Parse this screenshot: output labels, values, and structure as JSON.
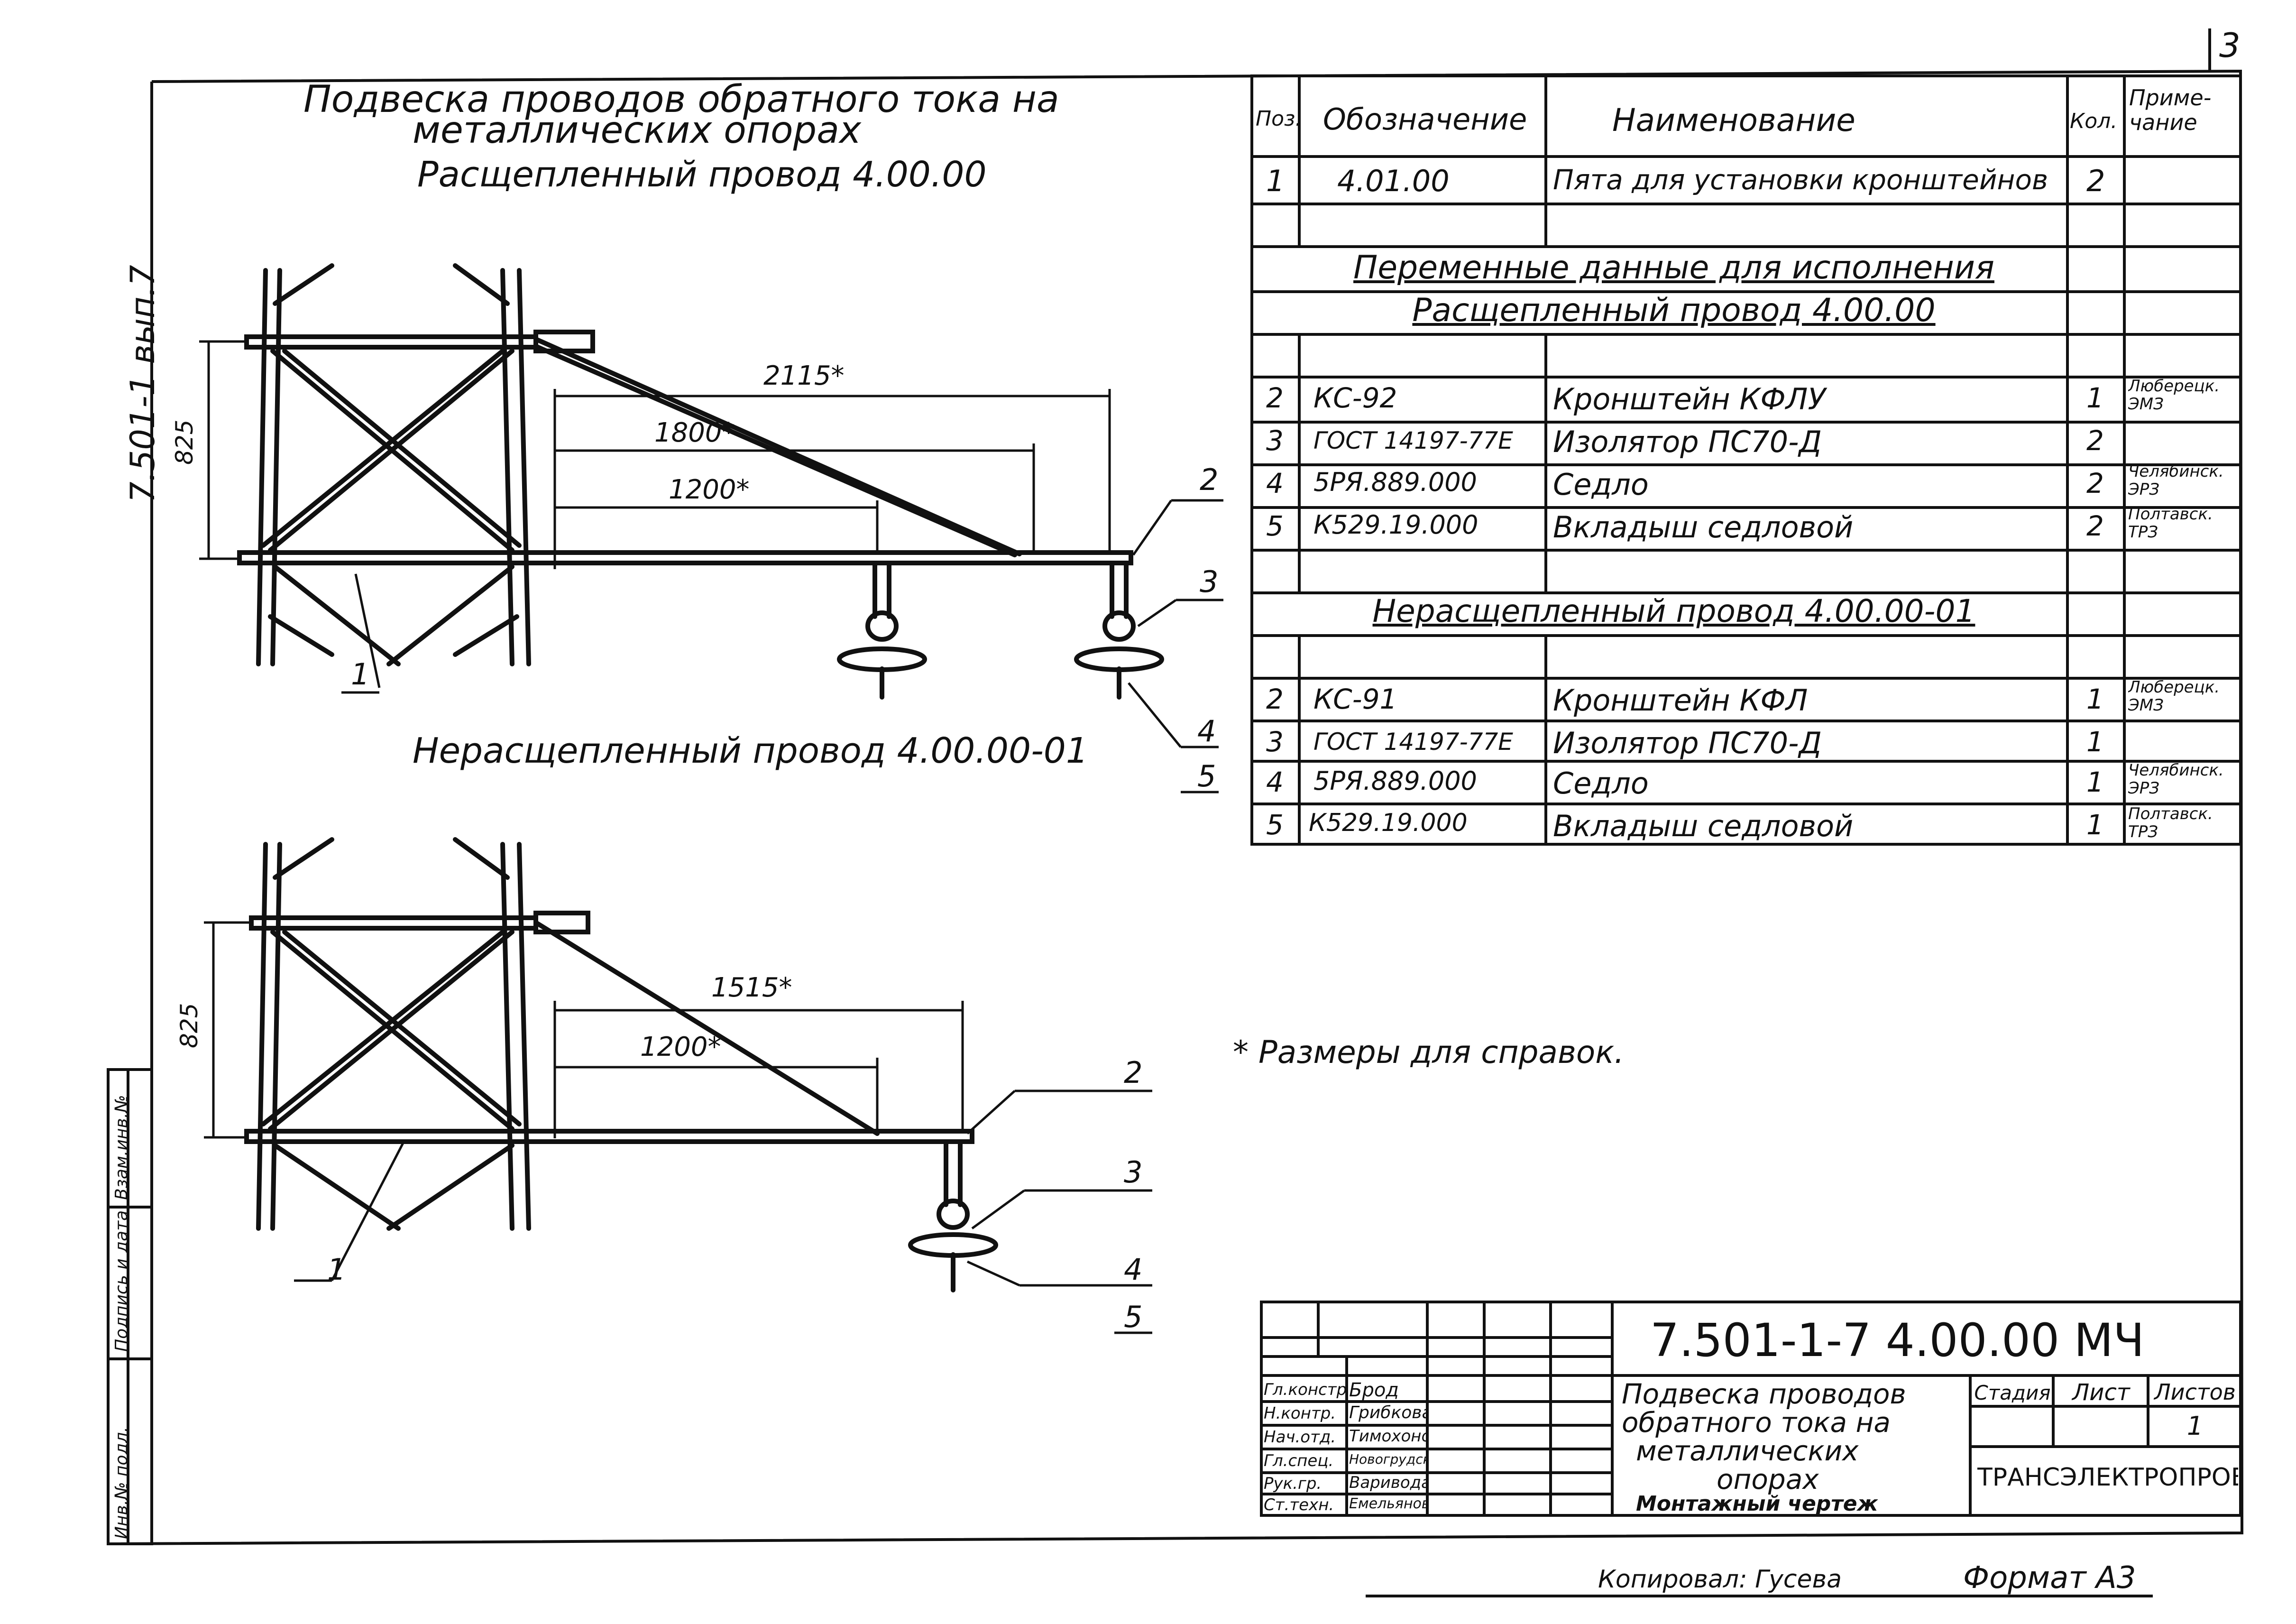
{
  "page_number": "3",
  "side_code": "7.501-1 вып.7",
  "title": {
    "line1": "Подвеска проводов обратного тока на",
    "line2": "металлических опорах"
  },
  "view1": {
    "caption": "Расщепленный провод 4.00.00",
    "dims": {
      "height": "825",
      "d1": "2115*",
      "d2": "1800*",
      "d3": "1200*"
    },
    "callouts": [
      "1",
      "2",
      "3",
      "4",
      "5"
    ]
  },
  "view2": {
    "caption": "Нерасщепленный провод 4.00.00-01",
    "dims": {
      "height": "825",
      "d1": "1515*",
      "d2": "1200*"
    },
    "callouts": [
      "1",
      "2",
      "3",
      "4",
      "5"
    ]
  },
  "note": "* Размеры для справок.",
  "spec_table": {
    "headers": {
      "pos": "Поз.",
      "designation": "Обозначение",
      "name": "Наименование",
      "qty": "Кол.",
      "note": "Приме-чание"
    },
    "rows": [
      {
        "pos": "1",
        "designation": "4.01.00",
        "name": "Пята для установки кронштейнов",
        "qty": "2",
        "note": ""
      }
    ],
    "section_variable": "Переменные данные для исполнения",
    "section_split": "Расщепленный провод 4.00.00",
    "rows_split": [
      {
        "pos": "2",
        "designation": "КС-92",
        "name": "Кронштейн КФЛУ",
        "qty": "1",
        "note": "Люберецк. ЭМЗ"
      },
      {
        "pos": "3",
        "designation": "ГОСТ 14197-77Е",
        "name": "Изолятор ПС70-Д",
        "qty": "2",
        "note": ""
      },
      {
        "pos": "4",
        "designation": "5РЯ.889.000",
        "name": "Седло",
        "qty": "2",
        "note": "Челябинск. ЭРЗ"
      },
      {
        "pos": "5",
        "designation": "К529.19.000",
        "name": "Вкладыш седловой",
        "qty": "2",
        "note": "Полтавск. ТРЗ"
      }
    ],
    "section_nonsplit": "Нерасщепленный провод 4.00.00-01",
    "rows_nonsplit": [
      {
        "pos": "2",
        "designation": "КС-91",
        "name": "Кронштейн КФЛ",
        "qty": "1",
        "note": "Люберецк. ЭМЗ"
      },
      {
        "pos": "3",
        "designation": "ГОСТ 14197-77Е",
        "name": "Изолятор ПС70-Д",
        "qty": "1",
        "note": ""
      },
      {
        "pos": "4",
        "designation": "5РЯ.889.000",
        "name": "Седло",
        "qty": "1",
        "note": "Челябинск. ЭРЗ"
      },
      {
        "pos": "5",
        "designation": "К529.19.000",
        "name": "Вкладыш седловой",
        "qty": "1",
        "note": "Полтавск. ТРЗ"
      }
    ]
  },
  "title_block": {
    "code": "7.501-1-7   4.00.00 МЧ",
    "description": [
      "Подвеска проводов",
      "обратного тока на",
      "металлических",
      "опорах"
    ],
    "drawing_type": "Монтажный чертеж",
    "stage_label": "Стадия",
    "sheet_label": "Лист",
    "sheets_label": "Листов",
    "sheets_value": "1",
    "organization": "ТРАНСЭЛЕКТРОПРОЕКТ",
    "staff": [
      {
        "role": "Гл.констр.",
        "name": "Брод"
      },
      {
        "role": "Н.контр.",
        "name": "Грибкова"
      },
      {
        "role": "Нач.отд.",
        "name": "Тимохонов"
      },
      {
        "role": "Гл.спец.",
        "name": "Новогрудский"
      },
      {
        "role": "Рук.гр.",
        "name": "Варивода"
      },
      {
        "role": "Ст.техн.",
        "name": "Емельянова"
      }
    ]
  },
  "side_stamp": [
    "Инв.№ подл.",
    "Подпись и дата",
    "Взам.инв.№"
  ],
  "footer": {
    "copied": "Копировал: Гусева",
    "format": "Формат А3"
  }
}
